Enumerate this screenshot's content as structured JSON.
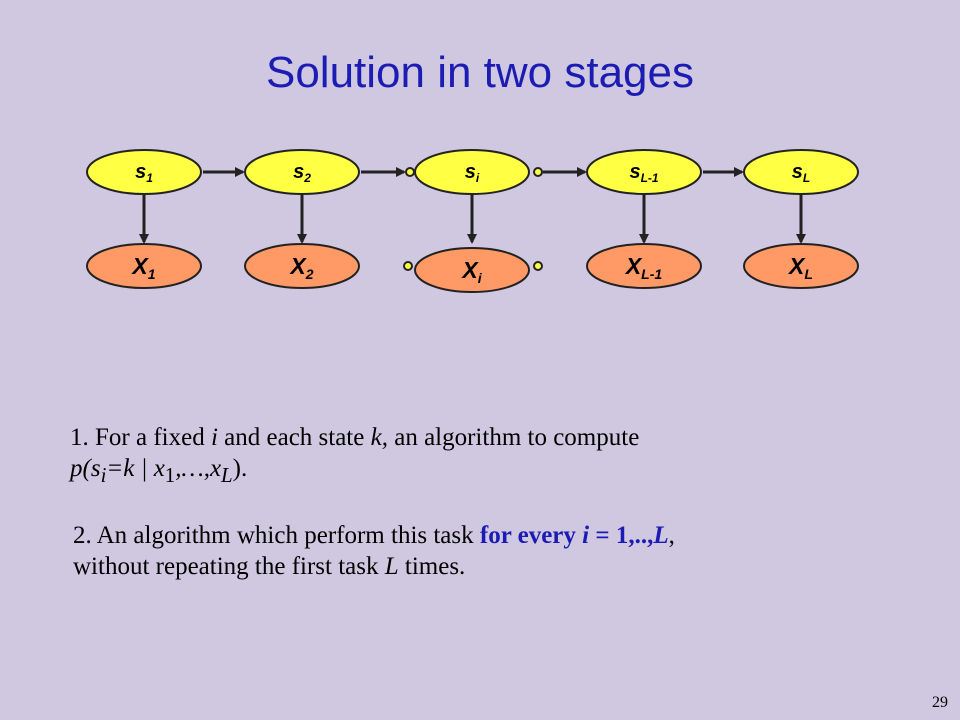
{
  "slide": {
    "title": "Solution in two stages",
    "page_number": "29"
  },
  "diagram": {
    "colors": {
      "state_fill": "#ffff44",
      "obs_fill": "#ff9966",
      "stroke": "#222222"
    },
    "states": [
      {
        "base": "s",
        "sub": "1"
      },
      {
        "base": "s",
        "sub": "2"
      },
      {
        "base": "s",
        "sub": "i"
      },
      {
        "base": "s",
        "sub": "L-1"
      },
      {
        "base": "s",
        "sub": "L"
      }
    ],
    "observations": [
      {
        "base": "X",
        "sub": "1"
      },
      {
        "base": "X",
        "sub": "2"
      },
      {
        "base": "X",
        "sub": "i"
      },
      {
        "base": "X",
        "sub": "L-1"
      },
      {
        "base": "X",
        "sub": "L"
      }
    ]
  },
  "items": {
    "one": {
      "p1": "1. For a fixed ",
      "i": "i",
      "p2": " and each state ",
      "k": "k,",
      "p3": " an algorithm to compute",
      "f1": "p(s",
      "f_i": "i",
      "f2": "=k | x",
      "f_1": "1",
      "f3": ",…,x",
      "f_L": "L",
      "f4": ")."
    },
    "two": {
      "p1": "2.  An algorithm which perform this task ",
      "hl1": "for every ",
      "hl_i": "i",
      "hl2": " = 1,..,",
      "hl_L": "L",
      "p2": ",",
      "p3": "without repeating the first task ",
      "L": "L",
      "p4": " times."
    }
  }
}
